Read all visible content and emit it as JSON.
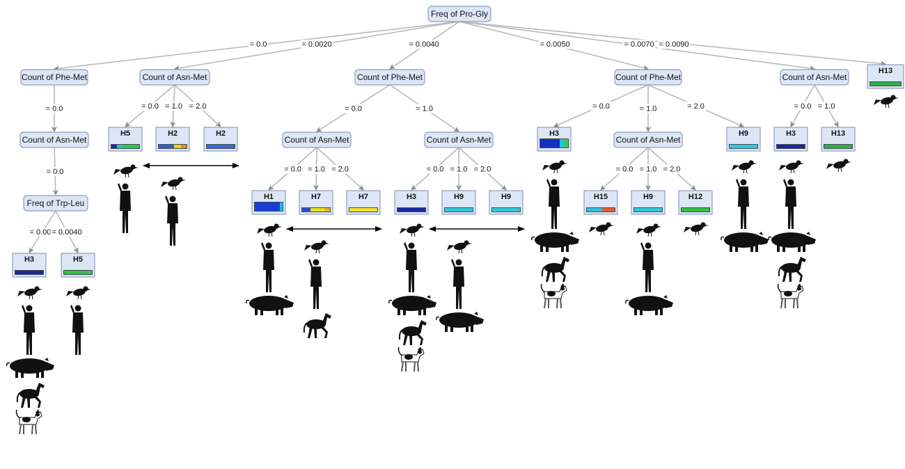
{
  "diagram": {
    "nodes": [
      {
        "id": "n0",
        "label": "Freq of Pro-Gly"
      },
      {
        "id": "n1",
        "label": "Count of Phe-Met"
      },
      {
        "id": "n2",
        "label": "Count of Asn-Met"
      },
      {
        "id": "n3",
        "label": "Count of Phe-Met"
      },
      {
        "id": "n4",
        "label": "Count of Phe-Met"
      },
      {
        "id": "n5",
        "label": "Count of Asn-Met"
      },
      {
        "id": "n6",
        "label": "Count of Asn-Met"
      },
      {
        "id": "n7",
        "label": "Freq of Trp-Leu"
      },
      {
        "id": "n8",
        "label": "Count of Asn-Met"
      },
      {
        "id": "n9",
        "label": "Count of Asn-Met"
      },
      {
        "id": "n10",
        "label": "Count of Asn-Met"
      }
    ],
    "leaves": [
      {
        "id": "l_h13_top",
        "label": "H13",
        "bar": [
          [
            "#2db04a",
            1
          ]
        ]
      },
      {
        "id": "l_h5_a",
        "label": "H5",
        "bar": [
          [
            "#1a2aa8",
            0.2
          ],
          [
            "#27c7c8",
            0.15
          ],
          [
            "#2ec656",
            0.65
          ]
        ]
      },
      {
        "id": "l_h2_a",
        "label": "H2",
        "bar": [
          [
            "#2a5fd0",
            0.55
          ],
          [
            "#f0d020",
            0.25
          ],
          [
            "#e08a30",
            0.2
          ]
        ]
      },
      {
        "id": "l_h2_b",
        "label": "H2",
        "bar": [
          [
            "#2a6fd0",
            1
          ]
        ]
      },
      {
        "id": "l_h1",
        "label": "H1",
        "bar": [
          [
            "#1640d8",
            0.9
          ],
          [
            "#25b8e8",
            0.1
          ]
        ]
      },
      {
        "id": "l_h7_a",
        "label": "H7",
        "bar": [
          [
            "#2a50d0",
            0.3
          ],
          [
            "#e8e020",
            0.5
          ],
          [
            "#f0b020",
            0.2
          ]
        ]
      },
      {
        "id": "l_h7_b",
        "label": "H7",
        "bar": [
          [
            "#f0e030",
            1
          ]
        ]
      },
      {
        "id": "l_h3_b",
        "label": "H3",
        "bar": [
          [
            "#142aa0",
            1
          ]
        ]
      },
      {
        "id": "l_h9_a",
        "label": "H9",
        "bar": [
          [
            "#30c8e0",
            1
          ]
        ]
      },
      {
        "id": "l_h9_b",
        "label": "H9",
        "bar": [
          [
            "#30c8e0",
            1
          ]
        ]
      },
      {
        "id": "l_h3_c",
        "label": "H3",
        "bar": [
          [
            "#1430c0",
            0.7
          ],
          [
            "#25c0e0",
            0.15
          ],
          [
            "#30d060",
            0.15
          ]
        ]
      },
      {
        "id": "l_h15",
        "label": "H15",
        "bar": [
          [
            "#30c0e0",
            0.55
          ],
          [
            "#e06030",
            0.45
          ]
        ]
      },
      {
        "id": "l_h9_c",
        "label": "H9",
        "bar": [
          [
            "#30c8e0",
            1
          ]
        ]
      },
      {
        "id": "l_h12",
        "label": "H12",
        "bar": [
          [
            "#30c040",
            1
          ]
        ]
      },
      {
        "id": "l_h9_d",
        "label": "H9",
        "bar": [
          [
            "#30c8e0",
            1
          ]
        ]
      },
      {
        "id": "l_h3_d",
        "label": "H3",
        "bar": [
          [
            "#142aa0",
            1
          ]
        ]
      },
      {
        "id": "l_h13_b",
        "label": "H13",
        "bar": [
          [
            "#2db04a",
            1
          ]
        ]
      },
      {
        "id": "l_h3_a",
        "label": "H3",
        "bar": [
          [
            "#142aa0",
            1
          ]
        ]
      },
      {
        "id": "l_h5_b",
        "label": "H5",
        "bar": [
          [
            "#30c050",
            1
          ]
        ]
      }
    ],
    "edges": [
      {
        "from": "n0",
        "to": "n1",
        "label": "= 0.0"
      },
      {
        "from": "n0",
        "to": "n2",
        "label": "= 0.0020"
      },
      {
        "from": "n0",
        "to": "n3",
        "label": "= 0.0040"
      },
      {
        "from": "n0",
        "to": "n4",
        "label": "= 0.0050"
      },
      {
        "from": "n0",
        "to": "n5",
        "label": "= 0.0070"
      },
      {
        "from": "n0",
        "to": "l_h13_top",
        "label": "= 0.0090"
      },
      {
        "from": "n1",
        "to": "n6",
        "label": "= 0.0"
      },
      {
        "from": "n6",
        "to": "n7",
        "label": "= 0.0"
      },
      {
        "from": "n7",
        "to": "l_h3_a",
        "label": "= 0.002"
      },
      {
        "from": "n7",
        "to": "l_h5_b",
        "label": "= 0.0040"
      },
      {
        "from": "n2",
        "to": "l_h5_a",
        "label": "= 0.0"
      },
      {
        "from": "n2",
        "to": "l_h2_a",
        "label": "= 1.0"
      },
      {
        "from": "n2",
        "to": "l_h2_b",
        "label": "= 2.0"
      },
      {
        "from": "n3",
        "to": "n8",
        "label": "= 0.0"
      },
      {
        "from": "n3",
        "to": "n9",
        "label": "= 1.0"
      },
      {
        "from": "n8",
        "to": "l_h1",
        "label": "= 0.0"
      },
      {
        "from": "n8",
        "to": "l_h7_a",
        "label": "= 1.0"
      },
      {
        "from": "n8",
        "to": "l_h7_b",
        "label": "= 2.0"
      },
      {
        "from": "n9",
        "to": "l_h3_b",
        "label": "= 0.0"
      },
      {
        "from": "n9",
        "to": "l_h9_a",
        "label": "= 1.0"
      },
      {
        "from": "n9",
        "to": "l_h9_b",
        "label": "= 2.0"
      },
      {
        "from": "n4",
        "to": "l_h3_c",
        "label": "= 0.0"
      },
      {
        "from": "n4",
        "to": "n10",
        "label": "= 1.0"
      },
      {
        "from": "n4",
        "to": "l_h9_d",
        "label": "= 2.0"
      },
      {
        "from": "n10",
        "to": "l_h15",
        "label": "= 0.0"
      },
      {
        "from": "n10",
        "to": "l_h9_c",
        "label": "= 1.0"
      },
      {
        "from": "n10",
        "to": "l_h12",
        "label": "= 2.0"
      },
      {
        "from": "n5",
        "to": "l_h3_d",
        "label": "= 0.0"
      },
      {
        "from": "n5",
        "to": "l_h13_b",
        "label": "= 1.0"
      }
    ],
    "species_groups": [
      {
        "under": "l_h3_a",
        "animals": [
          "bird",
          "human",
          "pig",
          "horse",
          "dog"
        ]
      },
      {
        "under": "l_h5_b",
        "animals": [
          "bird",
          "human"
        ]
      },
      {
        "under": "l_h5_a",
        "animals": [
          "bird",
          "human"
        ]
      },
      {
        "under": "l_h2_a",
        "animals": [
          "bird",
          "human"
        ]
      },
      {
        "under": "l_h1",
        "animals": [
          "bird",
          "human",
          "pig"
        ]
      },
      {
        "under": "l_h7_a",
        "animals": [
          "bird",
          "human",
          "horse"
        ]
      },
      {
        "under": "l_h3_b",
        "animals": [
          "bird",
          "human",
          "pig",
          "horse",
          "dog"
        ]
      },
      {
        "under": "l_h9_a",
        "animals": [
          "bird",
          "human",
          "pig"
        ]
      },
      {
        "under": "l_h3_c",
        "animals": [
          "bird",
          "human",
          "pig",
          "horse",
          "dog"
        ]
      },
      {
        "under": "l_h15",
        "animals": [
          "bird"
        ]
      },
      {
        "under": "l_h9_c",
        "animals": [
          "bird",
          "human",
          "pig"
        ]
      },
      {
        "under": "l_h12",
        "animals": [
          "bird"
        ]
      },
      {
        "under": "l_h9_d",
        "animals": [
          "bird",
          "human",
          "pig"
        ]
      },
      {
        "under": "l_h3_d",
        "animals": [
          "bird",
          "human",
          "pig",
          "horse",
          "dog"
        ]
      },
      {
        "under": "l_h13_b",
        "animals": [
          "bird"
        ]
      },
      {
        "under": "l_h13_top",
        "animals": [
          "bird"
        ]
      }
    ],
    "arrows": [
      {
        "between": [
          "l_h5_a",
          "l_h2_b"
        ]
      },
      {
        "between": [
          "l_h1",
          "l_h7_b"
        ]
      },
      {
        "between": [
          "l_h3_b",
          "l_h9_b"
        ]
      }
    ],
    "colors": {
      "node_fill": "#dde6f6",
      "node_border": "#8e9dbd",
      "edge": "#b8b8b8",
      "silhouette": "#111111"
    }
  }
}
